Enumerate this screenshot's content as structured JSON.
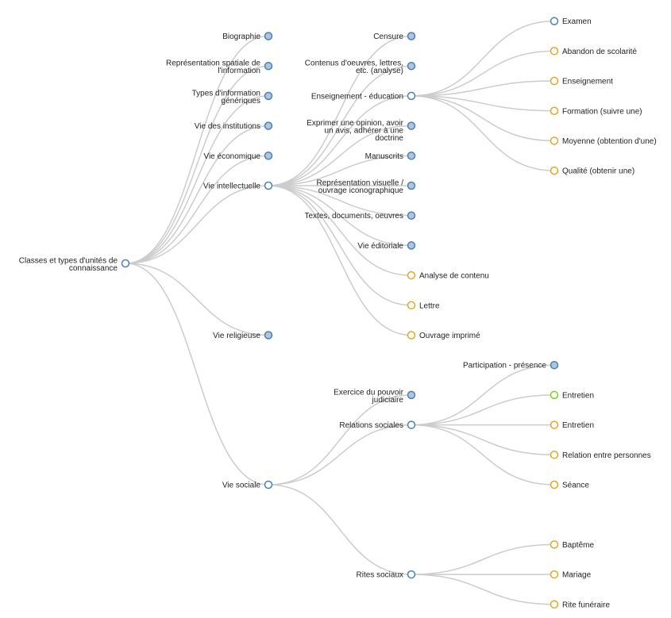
{
  "colors": {
    "link": "#cccccc",
    "branch_stroke": "#4682b4",
    "collapsed_fill": "#b0c4de",
    "expanded_fill": "#ffffff",
    "leaf_stroke": "#e2a727",
    "highlight_stroke": "#7ed321"
  },
  "tree": {
    "name": "Classes et types d'unités de connaissance",
    "lines": [
      "Classes et types d'unités de",
      "connaissance"
    ],
    "state": "expanded",
    "children": [
      {
        "name": "Biographie",
        "lines": [
          "Biographie"
        ],
        "state": "collapsed"
      },
      {
        "name": "Représentation spatiale de l'information",
        "lines": [
          "Représentation spatiale de",
          "l'information"
        ],
        "state": "collapsed"
      },
      {
        "name": "Types d'information génériques",
        "lines": [
          "Types d'information",
          "génériques"
        ],
        "state": "collapsed"
      },
      {
        "name": "Vie des institutions",
        "lines": [
          "Vie des institutions"
        ],
        "state": "collapsed"
      },
      {
        "name": "Vie économique",
        "lines": [
          "Vie économique"
        ],
        "state": "collapsed"
      },
      {
        "name": "Vie intellectuelle",
        "lines": [
          "Vie intellectuelle"
        ],
        "state": "expanded",
        "children": [
          {
            "name": "Censure",
            "lines": [
              "Censure"
            ],
            "state": "collapsed"
          },
          {
            "name": "Contenus d'oeuvres, lettres, etc. (analyse)",
            "lines": [
              "Contenus d'oeuvres, lettres,",
              "etc. (analyse)"
            ],
            "state": "collapsed"
          },
          {
            "name": "Enseignement - éducation",
            "lines": [
              "Enseignement - éducation"
            ],
            "state": "expanded",
            "children": [
              {
                "name": "Examen",
                "lines": [
                  "Examen"
                ],
                "state": "expanded"
              },
              {
                "name": "Abandon de scolarité",
                "lines": [
                  "Abandon de scolarité"
                ],
                "state": "leaf"
              },
              {
                "name": "Enseignement",
                "lines": [
                  "Enseignement"
                ],
                "state": "leaf"
              },
              {
                "name": "Formation (suivre une)",
                "lines": [
                  "Formation (suivre une)"
                ],
                "state": "leaf"
              },
              {
                "name": "Moyenne (obtention d'une)",
                "lines": [
                  "Moyenne (obtention d'une)"
                ],
                "state": "leaf"
              },
              {
                "name": "Qualité (obtenir une)",
                "lines": [
                  "Qualité (obtenir une)"
                ],
                "state": "leaf"
              }
            ]
          },
          {
            "name": "Exprimer une opinion, avoir un avis, adhérer à une doctrine",
            "lines": [
              "Exprimer une opinion, avoir",
              "un avis, adhérer à une",
              "doctrine"
            ],
            "state": "collapsed"
          },
          {
            "name": "Manuscrits",
            "lines": [
              "Manuscrits"
            ],
            "state": "collapsed"
          },
          {
            "name": "Représentation visuelle / ouvrage iconographique",
            "lines": [
              "Représentation visuelle /",
              "ouvrage iconographique"
            ],
            "state": "collapsed"
          },
          {
            "name": "Textes, documents, oeuvres",
            "lines": [
              "Textes, documents, oeuvres"
            ],
            "state": "collapsed"
          },
          {
            "name": "Vie éditoriale",
            "lines": [
              "Vie éditoriale"
            ],
            "state": "collapsed"
          },
          {
            "name": "Analyse de contenu",
            "lines": [
              "Analyse de contenu"
            ],
            "state": "leaf"
          },
          {
            "name": "Lettre",
            "lines": [
              "Lettre"
            ],
            "state": "leaf"
          },
          {
            "name": "Ouvrage imprimé",
            "lines": [
              "Ouvrage imprimé"
            ],
            "state": "leaf"
          }
        ]
      },
      {
        "name": "Vie religieuse",
        "lines": [
          "Vie religieuse"
        ],
        "state": "collapsed"
      },
      {
        "name": "Vie sociale",
        "lines": [
          "Vie sociale"
        ],
        "state": "expanded",
        "children": [
          {
            "name": "Exercice du pouvoir judiciaire",
            "lines": [
              "Exercice du pouvoir",
              "judiciaire"
            ],
            "state": "collapsed"
          },
          {
            "name": "Relations sociales",
            "lines": [
              "Relations sociales"
            ],
            "state": "expanded",
            "children": [
              {
                "name": "Participation - présence",
                "lines": [
                  "Participation - présence"
                ],
                "state": "collapsed"
              },
              {
                "name": "Entretien",
                "lines": [
                  "Entretien"
                ],
                "state": "highlight"
              },
              {
                "name": "Entretien",
                "lines": [
                  "Entretien"
                ],
                "state": "leaf"
              },
              {
                "name": "Relation entre personnes",
                "lines": [
                  "Relation entre personnes"
                ],
                "state": "leaf"
              },
              {
                "name": "Séance",
                "lines": [
                  "Séance"
                ],
                "state": "leaf"
              }
            ]
          },
          {
            "name": "Rites sociaux",
            "lines": [
              "Rites sociaux"
            ],
            "state": "expanded",
            "children": [
              {
                "name": "Baptême",
                "lines": [
                  "Baptême"
                ],
                "state": "leaf"
              },
              {
                "name": "Mariage",
                "lines": [
                  "Mariage"
                ],
                "state": "leaf"
              },
              {
                "name": "Rite funéraire",
                "lines": [
                  "Rite funéraire"
                ],
                "state": "leaf"
              }
            ]
          }
        ]
      }
    ]
  }
}
